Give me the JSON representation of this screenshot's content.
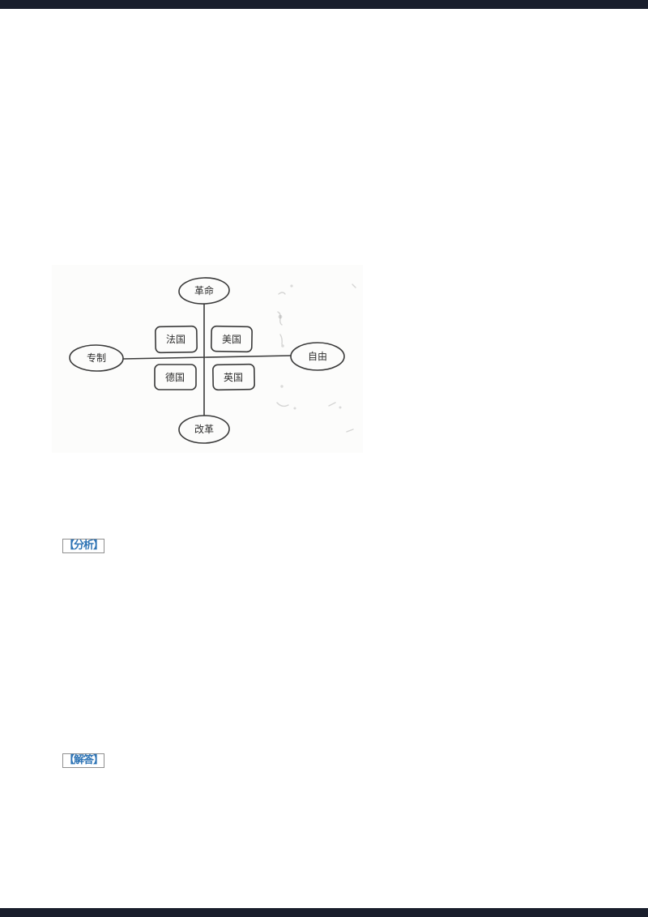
{
  "page": {
    "background_color": "#ffffff",
    "edge_bar_color": "#191e2c",
    "type": "exam-answer-document-page"
  },
  "sections": {
    "analysis_label": "【分析】",
    "answer_label": "【解答】",
    "label_color": "#2e74b5",
    "label_box_border_color": "#8f8f8f"
  },
  "figure": {
    "kind": "scanned hand-drawn quadrant diagram",
    "background_color": "#fcfcfb",
    "ink_color": "#3a3a3a",
    "axis_nodes": {
      "top": "革命",
      "bottom": "改革",
      "left": "专制",
      "right": "自由"
    },
    "quadrant_boxes": {
      "top_left": "法国",
      "top_right": "美国",
      "bottom_left": "德国",
      "bottom_right": "英国"
    }
  }
}
